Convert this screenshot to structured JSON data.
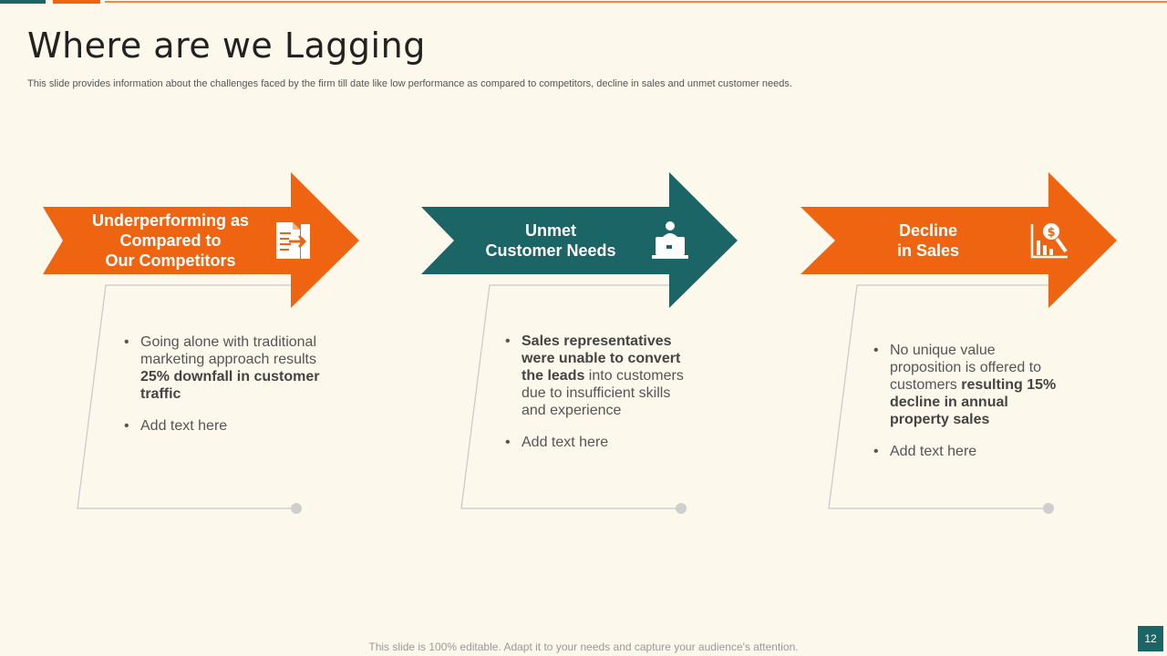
{
  "slide": {
    "title": "Where are we Lagging",
    "subtitle": "This slide provides information about the challenges faced by the firm till date like low performance as compared to competitors, decline in sales and unmet customer needs.",
    "footer": "This slide is 100% editable. Adapt it to your needs and capture your audience's attention.",
    "page_number": "12"
  },
  "colors": {
    "orange": "#ee6410",
    "teal": "#1b6566",
    "background": "#fcf8ec"
  },
  "cards": [
    {
      "title": "Underperforming as\nCompared to\nOur Competitors",
      "icon": "document-arrow-icon",
      "bullets": [
        {
          "pre": "Going alone with traditional marketing approach results ",
          "bold": "25% downfall in customer traffic",
          "post": ""
        },
        {
          "pre": "Add text here",
          "bold": "",
          "post": ""
        }
      ]
    },
    {
      "title": "Unmet\nCustomer Needs",
      "icon": "laptop-user-icon",
      "bullets": [
        {
          "pre": "",
          "bold": "Sales representatives were unable to convert the leads",
          "post": " into customers due to insufficient skills and experience"
        },
        {
          "pre": "Add text here",
          "bold": "",
          "post": ""
        }
      ]
    },
    {
      "title": "Decline\nin Sales",
      "icon": "sales-chart-dollar-icon",
      "bullets": [
        {
          "pre": "No unique value proposition is offered to customers ",
          "bold": "resulting 15% decline in annual property sales",
          "post": ""
        },
        {
          "pre": "Add text here",
          "bold": "",
          "post": ""
        }
      ]
    }
  ]
}
